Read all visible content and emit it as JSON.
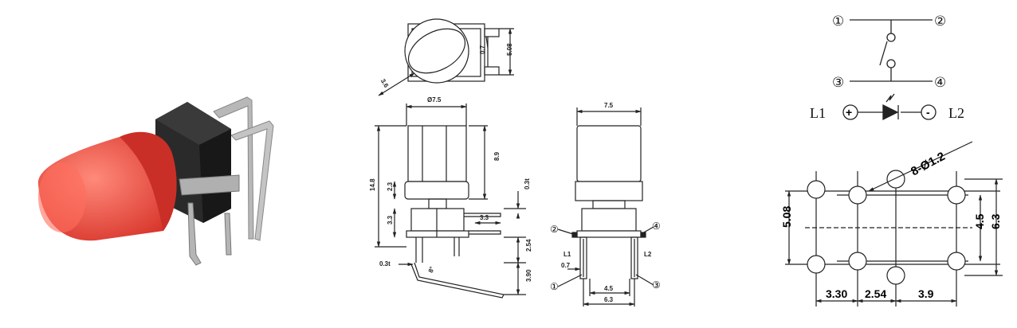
{
  "product": {
    "photo_caption": "",
    "cap_color": "#e8433a",
    "body_color": "#222222",
    "pin_color": "#a9a9a9"
  },
  "top_view": {
    "dim_angle": "3.6",
    "dim_diameter": "Ø7.5",
    "dim_pin_gap": "0.7",
    "dim_width": "5.08"
  },
  "side_view": {
    "dim_height_total": "14.8",
    "dim_cap_height": "8.9",
    "dim_collar": "2.3",
    "dim_body": "3.3",
    "dim_offset": "3.3",
    "dim_thick_top": "0.3t",
    "dim_thick_bottom": "0.3t",
    "dim_pin1": "2.54",
    "dim_pin2": "3.90",
    "dim_angle": "8°"
  },
  "front_view": {
    "dim_width": "7.5",
    "pin_l1": "L1",
    "pin_l2": "L2",
    "dim_pin_w": "0.7",
    "dim_pitch": "4.5",
    "dim_outer": "6.3",
    "pin1": "①",
    "pin2": "②",
    "pin3": "③",
    "pin4": "④"
  },
  "schematic": {
    "pin1": "①",
    "pin2": "②",
    "pin3": "③",
    "pin4": "④",
    "led_left": "L1",
    "led_right": "L2",
    "plus": "+",
    "minus": "-"
  },
  "footprint": {
    "hole_label": "8-Ø1.2",
    "dim_height": "5.08",
    "dim_inner": "4.5",
    "dim_outer": "6.3",
    "dim_x1": "3.30",
    "dim_x2": "2.54",
    "dim_x3": "3.9"
  }
}
